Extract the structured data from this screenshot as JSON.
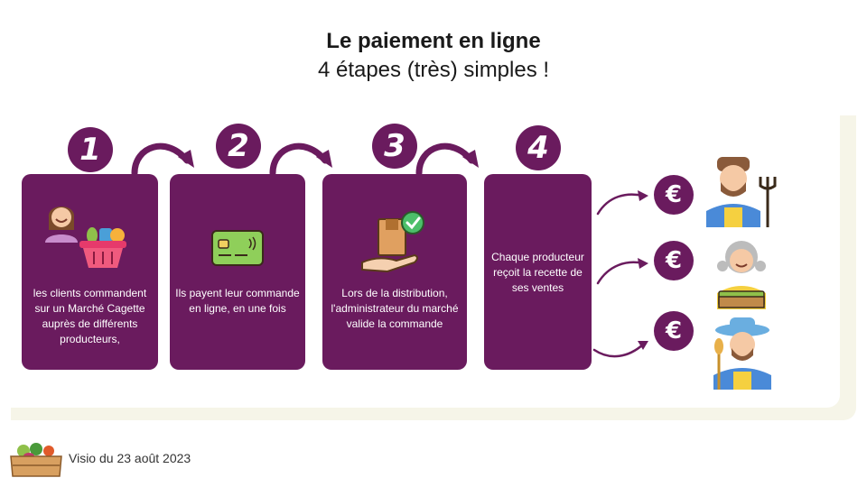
{
  "header": {
    "title": "Le paiement en ligne",
    "subtitle": "4 étapes (très) simples !"
  },
  "steps": [
    {
      "number": "1",
      "text": "les clients commandent sur un Marché Cagette auprès de différents producteurs,"
    },
    {
      "number": "2",
      "text": "Ils payent leur commande en ligne, en une fois"
    },
    {
      "number": "3",
      "text": "Lors de la distribution, l'administrateur du marché valide la commande"
    },
    {
      "number": "4",
      "text": "Chaque producteur reçoit la recette de ses ventes"
    }
  ],
  "currency_symbol": "€",
  "footer": {
    "text": "Visio du 23 août 2023"
  },
  "colors": {
    "accent": "#6a1b5e",
    "panel": "#f6f5e8",
    "text": "#1a1a1a"
  },
  "icons": [
    "client-icon",
    "basket-icon",
    "credit-card-icon",
    "delivery-box-icon",
    "farmer-icon",
    "producer-woman-icon",
    "producer-man-icon",
    "vegetable-crate-icon"
  ]
}
